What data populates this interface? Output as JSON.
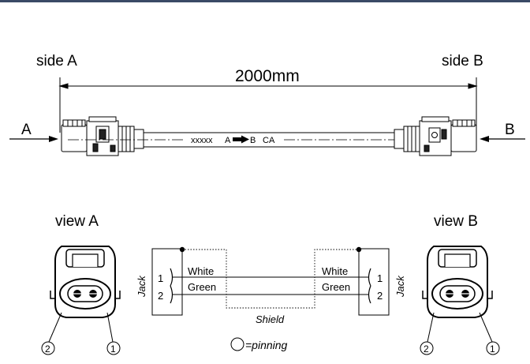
{
  "top": {
    "side_a": "side A",
    "side_b": "side B",
    "length": "2000mm",
    "arrow_a": "A",
    "arrow_b": "B",
    "cable_marking": {
      "prefix": "xxxxx",
      "from": "A",
      "to": "B",
      "suffix": "CA"
    }
  },
  "bottom": {
    "view_a": "view A",
    "view_b": "view B",
    "jack_left": "Jack",
    "jack_right": "Jack",
    "pins_left": [
      "1",
      "2"
    ],
    "pins_right": [
      "1",
      "2"
    ],
    "wire1": "White",
    "wire2": "Green",
    "wire1_right": "White",
    "wire2_right": "Green",
    "shield": "Shield",
    "pinning_legend": "=pinning",
    "connector_a_pins": [
      "2",
      "1"
    ],
    "connector_b_pins": [
      "2",
      "1"
    ]
  }
}
